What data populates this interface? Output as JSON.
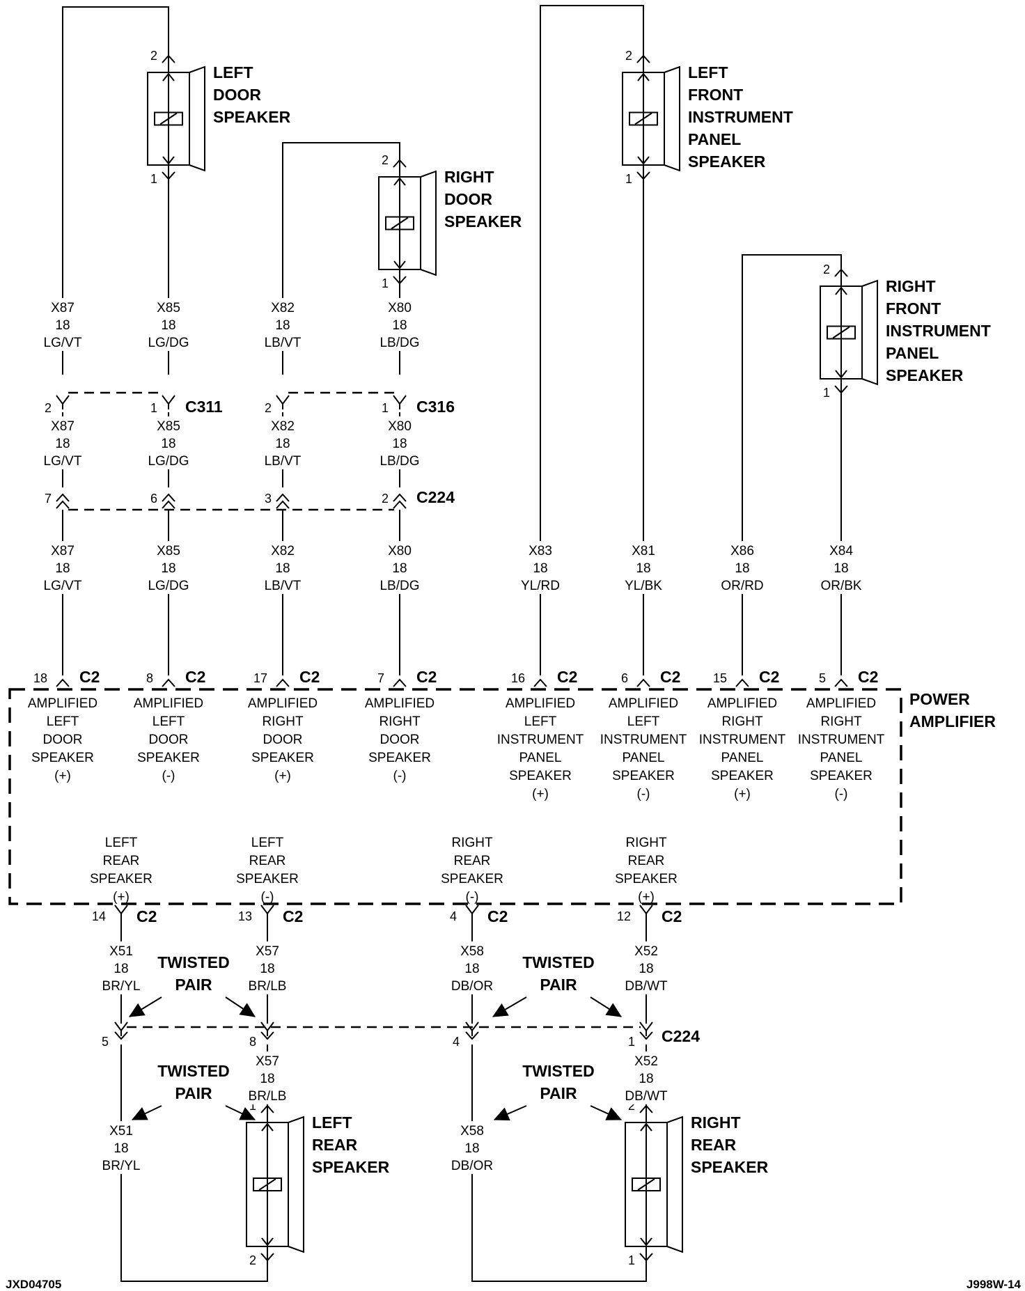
{
  "speakers": [
    {
      "id": "left-door",
      "lines": [
        "LEFT",
        "DOOR",
        "SPEAKER"
      ],
      "pin_top": "2",
      "pin_bottom": "1"
    },
    {
      "id": "right-door",
      "lines": [
        "RIGHT",
        "DOOR",
        "SPEAKER"
      ],
      "pin_top": "2",
      "pin_bottom": "1"
    },
    {
      "id": "left-front-ip",
      "lines": [
        "LEFT",
        "FRONT",
        "INSTRUMENT",
        "PANEL",
        "SPEAKER"
      ],
      "pin_top": "2",
      "pin_bottom": "1"
    },
    {
      "id": "right-front-ip",
      "lines": [
        "RIGHT",
        "FRONT",
        "INSTRUMENT",
        "PANEL",
        "SPEAKER"
      ],
      "pin_top": "2",
      "pin_bottom": "1"
    },
    {
      "id": "left-rear",
      "lines": [
        "LEFT",
        "REAR",
        "SPEAKER"
      ],
      "pin_top": "1",
      "pin_bottom": "2"
    },
    {
      "id": "right-rear",
      "lines": [
        "RIGHT",
        "REAR",
        "SPEAKER"
      ],
      "pin_top": "2",
      "pin_bottom": "1"
    }
  ],
  "wire_labels": [
    {
      "id": "x87-a",
      "lines": [
        "X87",
        "18",
        "LG/VT"
      ]
    },
    {
      "id": "x85-a",
      "lines": [
        "X85",
        "18",
        "LG/DG"
      ]
    },
    {
      "id": "x82-a",
      "lines": [
        "X82",
        "18",
        "LB/VT"
      ]
    },
    {
      "id": "x80-a",
      "lines": [
        "X80",
        "18",
        "LB/DG"
      ]
    },
    {
      "id": "x87-b",
      "lines": [
        "X87",
        "18",
        "LG/VT"
      ]
    },
    {
      "id": "x85-b",
      "lines": [
        "X85",
        "18",
        "LG/DG"
      ]
    },
    {
      "id": "x82-b",
      "lines": [
        "X82",
        "18",
        "LB/VT"
      ]
    },
    {
      "id": "x80-b",
      "lines": [
        "X80",
        "18",
        "LB/DG"
      ]
    },
    {
      "id": "x87-c",
      "lines": [
        "X87",
        "18",
        "LG/VT"
      ]
    },
    {
      "id": "x85-c",
      "lines": [
        "X85",
        "18",
        "LG/DG"
      ]
    },
    {
      "id": "x82-c",
      "lines": [
        "X82",
        "18",
        "LB/VT"
      ]
    },
    {
      "id": "x80-c",
      "lines": [
        "X80",
        "18",
        "LB/DG"
      ]
    },
    {
      "id": "x83",
      "lines": [
        "X83",
        "18",
        "YL/RD"
      ]
    },
    {
      "id": "x81",
      "lines": [
        "X81",
        "18",
        "YL/BK"
      ]
    },
    {
      "id": "x86",
      "lines": [
        "X86",
        "18",
        "OR/RD"
      ]
    },
    {
      "id": "x84",
      "lines": [
        "X84",
        "18",
        "OR/BK"
      ]
    },
    {
      "id": "x51-a",
      "lines": [
        "X51",
        "18",
        "BR/YL"
      ]
    },
    {
      "id": "x57-a",
      "lines": [
        "X57",
        "18",
        "BR/LB"
      ]
    },
    {
      "id": "x58-a",
      "lines": [
        "X58",
        "18",
        "DB/OR"
      ]
    },
    {
      "id": "x52-a",
      "lines": [
        "X52",
        "18",
        "DB/WT"
      ]
    },
    {
      "id": "x57-b",
      "lines": [
        "X57",
        "18",
        "BR/LB"
      ]
    },
    {
      "id": "x52-b",
      "lines": [
        "X52",
        "18",
        "DB/WT"
      ]
    },
    {
      "id": "x51-b",
      "lines": [
        "X51",
        "18",
        "BR/YL"
      ]
    },
    {
      "id": "x58-b",
      "lines": [
        "X58",
        "18",
        "DB/OR"
      ]
    }
  ],
  "connectors": {
    "c311": {
      "name": "C311",
      "pins": [
        "2",
        "1"
      ]
    },
    "c316": {
      "name": "C316",
      "pins": [
        "2",
        "1"
      ]
    },
    "c224_top": {
      "name": "C224",
      "pins": [
        "7",
        "6",
        "3",
        "2"
      ]
    },
    "c224_bottom": {
      "name": "C224",
      "pins": [
        "5",
        "8",
        "4",
        "1"
      ]
    }
  },
  "amplifier": {
    "title": [
      "POWER",
      "AMPLIFIER"
    ],
    "connector": "C2",
    "top_terminals": [
      {
        "pin": "18",
        "lines": [
          "AMPLIFIED",
          "LEFT",
          "DOOR",
          "SPEAKER",
          "(+)"
        ]
      },
      {
        "pin": "8",
        "lines": [
          "AMPLIFIED",
          "LEFT",
          "DOOR",
          "SPEAKER",
          "(-)"
        ]
      },
      {
        "pin": "17",
        "lines": [
          "AMPLIFIED",
          "RIGHT",
          "DOOR",
          "SPEAKER",
          "(+)"
        ]
      },
      {
        "pin": "7",
        "lines": [
          "AMPLIFIED",
          "RIGHT",
          "DOOR",
          "SPEAKER",
          "(-)"
        ]
      },
      {
        "pin": "16",
        "lines": [
          "AMPLIFIED",
          "LEFT",
          "INSTRUMENT",
          "PANEL",
          "SPEAKER",
          "(+)"
        ]
      },
      {
        "pin": "6",
        "lines": [
          "AMPLIFIED",
          "LEFT",
          "INSTRUMENT",
          "PANEL",
          "SPEAKER",
          "(-)"
        ]
      },
      {
        "pin": "15",
        "lines": [
          "AMPLIFIED",
          "RIGHT",
          "INSTRUMENT",
          "PANEL",
          "SPEAKER",
          "(+)"
        ]
      },
      {
        "pin": "5",
        "lines": [
          "AMPLIFIED",
          "RIGHT",
          "INSTRUMENT",
          "PANEL",
          "SPEAKER",
          "(-)"
        ]
      }
    ],
    "bottom_terminals": [
      {
        "pin": "14",
        "lines": [
          "LEFT",
          "REAR",
          "SPEAKER",
          "(+)"
        ]
      },
      {
        "pin": "13",
        "lines": [
          "LEFT",
          "REAR",
          "SPEAKER",
          "(-)"
        ]
      },
      {
        "pin": "4",
        "lines": [
          "RIGHT",
          "REAR",
          "SPEAKER",
          "(-)"
        ]
      },
      {
        "pin": "12",
        "lines": [
          "RIGHT",
          "REAR",
          "SPEAKER",
          "(+)"
        ]
      }
    ]
  },
  "twisted_pair": {
    "lines": [
      "TWISTED",
      "PAIR"
    ]
  },
  "footer": {
    "left": "JXD04705",
    "right": "J998W-14"
  }
}
